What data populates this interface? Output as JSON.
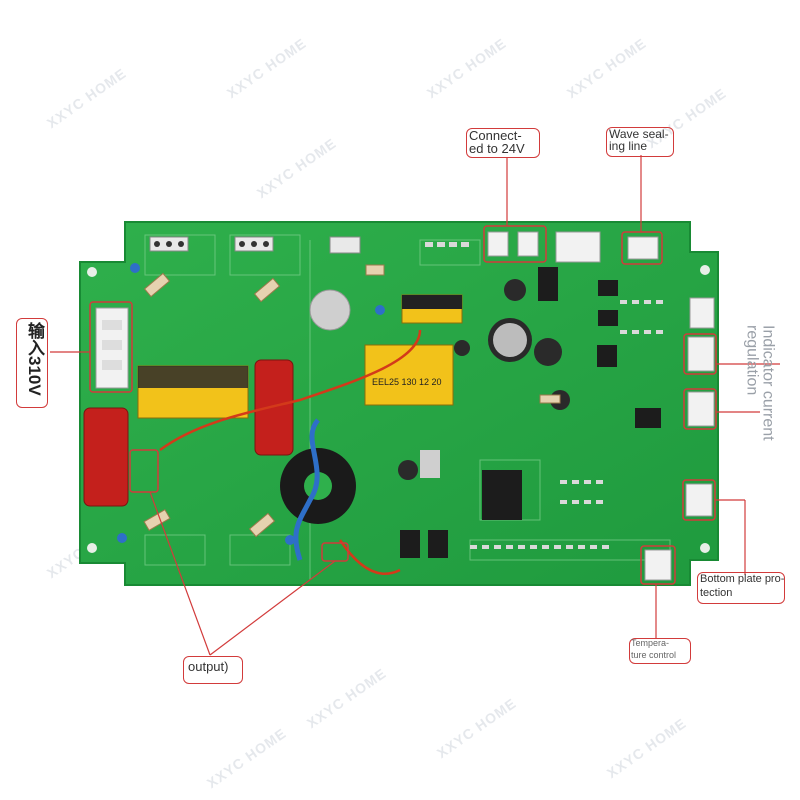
{
  "image": {
    "subject": "Green inverter welding machine control circuit board with labeled connectors",
    "watermark": "XXYC HOME",
    "pcb_color": "#27a745",
    "callout_color": "#d23b3b"
  },
  "callouts": {
    "input_310v": "输入310V",
    "connected_24v_line1": "Connect-",
    "connected_24v_line2": "ed to 24V",
    "wave_sealing_line1": "Wave seal-",
    "wave_sealing_line2": "ing line",
    "indicator_current": "Indicator current",
    "regulation": "regulation",
    "bottom_plate_line1": "Bottom plate pro-",
    "bottom_plate_line2": "tection",
    "temperature_line1": "Tempera-",
    "temperature_line2": "ture control",
    "output": "output)"
  },
  "board_text": {
    "transformer_code": "EEL25 130 12 20"
  }
}
